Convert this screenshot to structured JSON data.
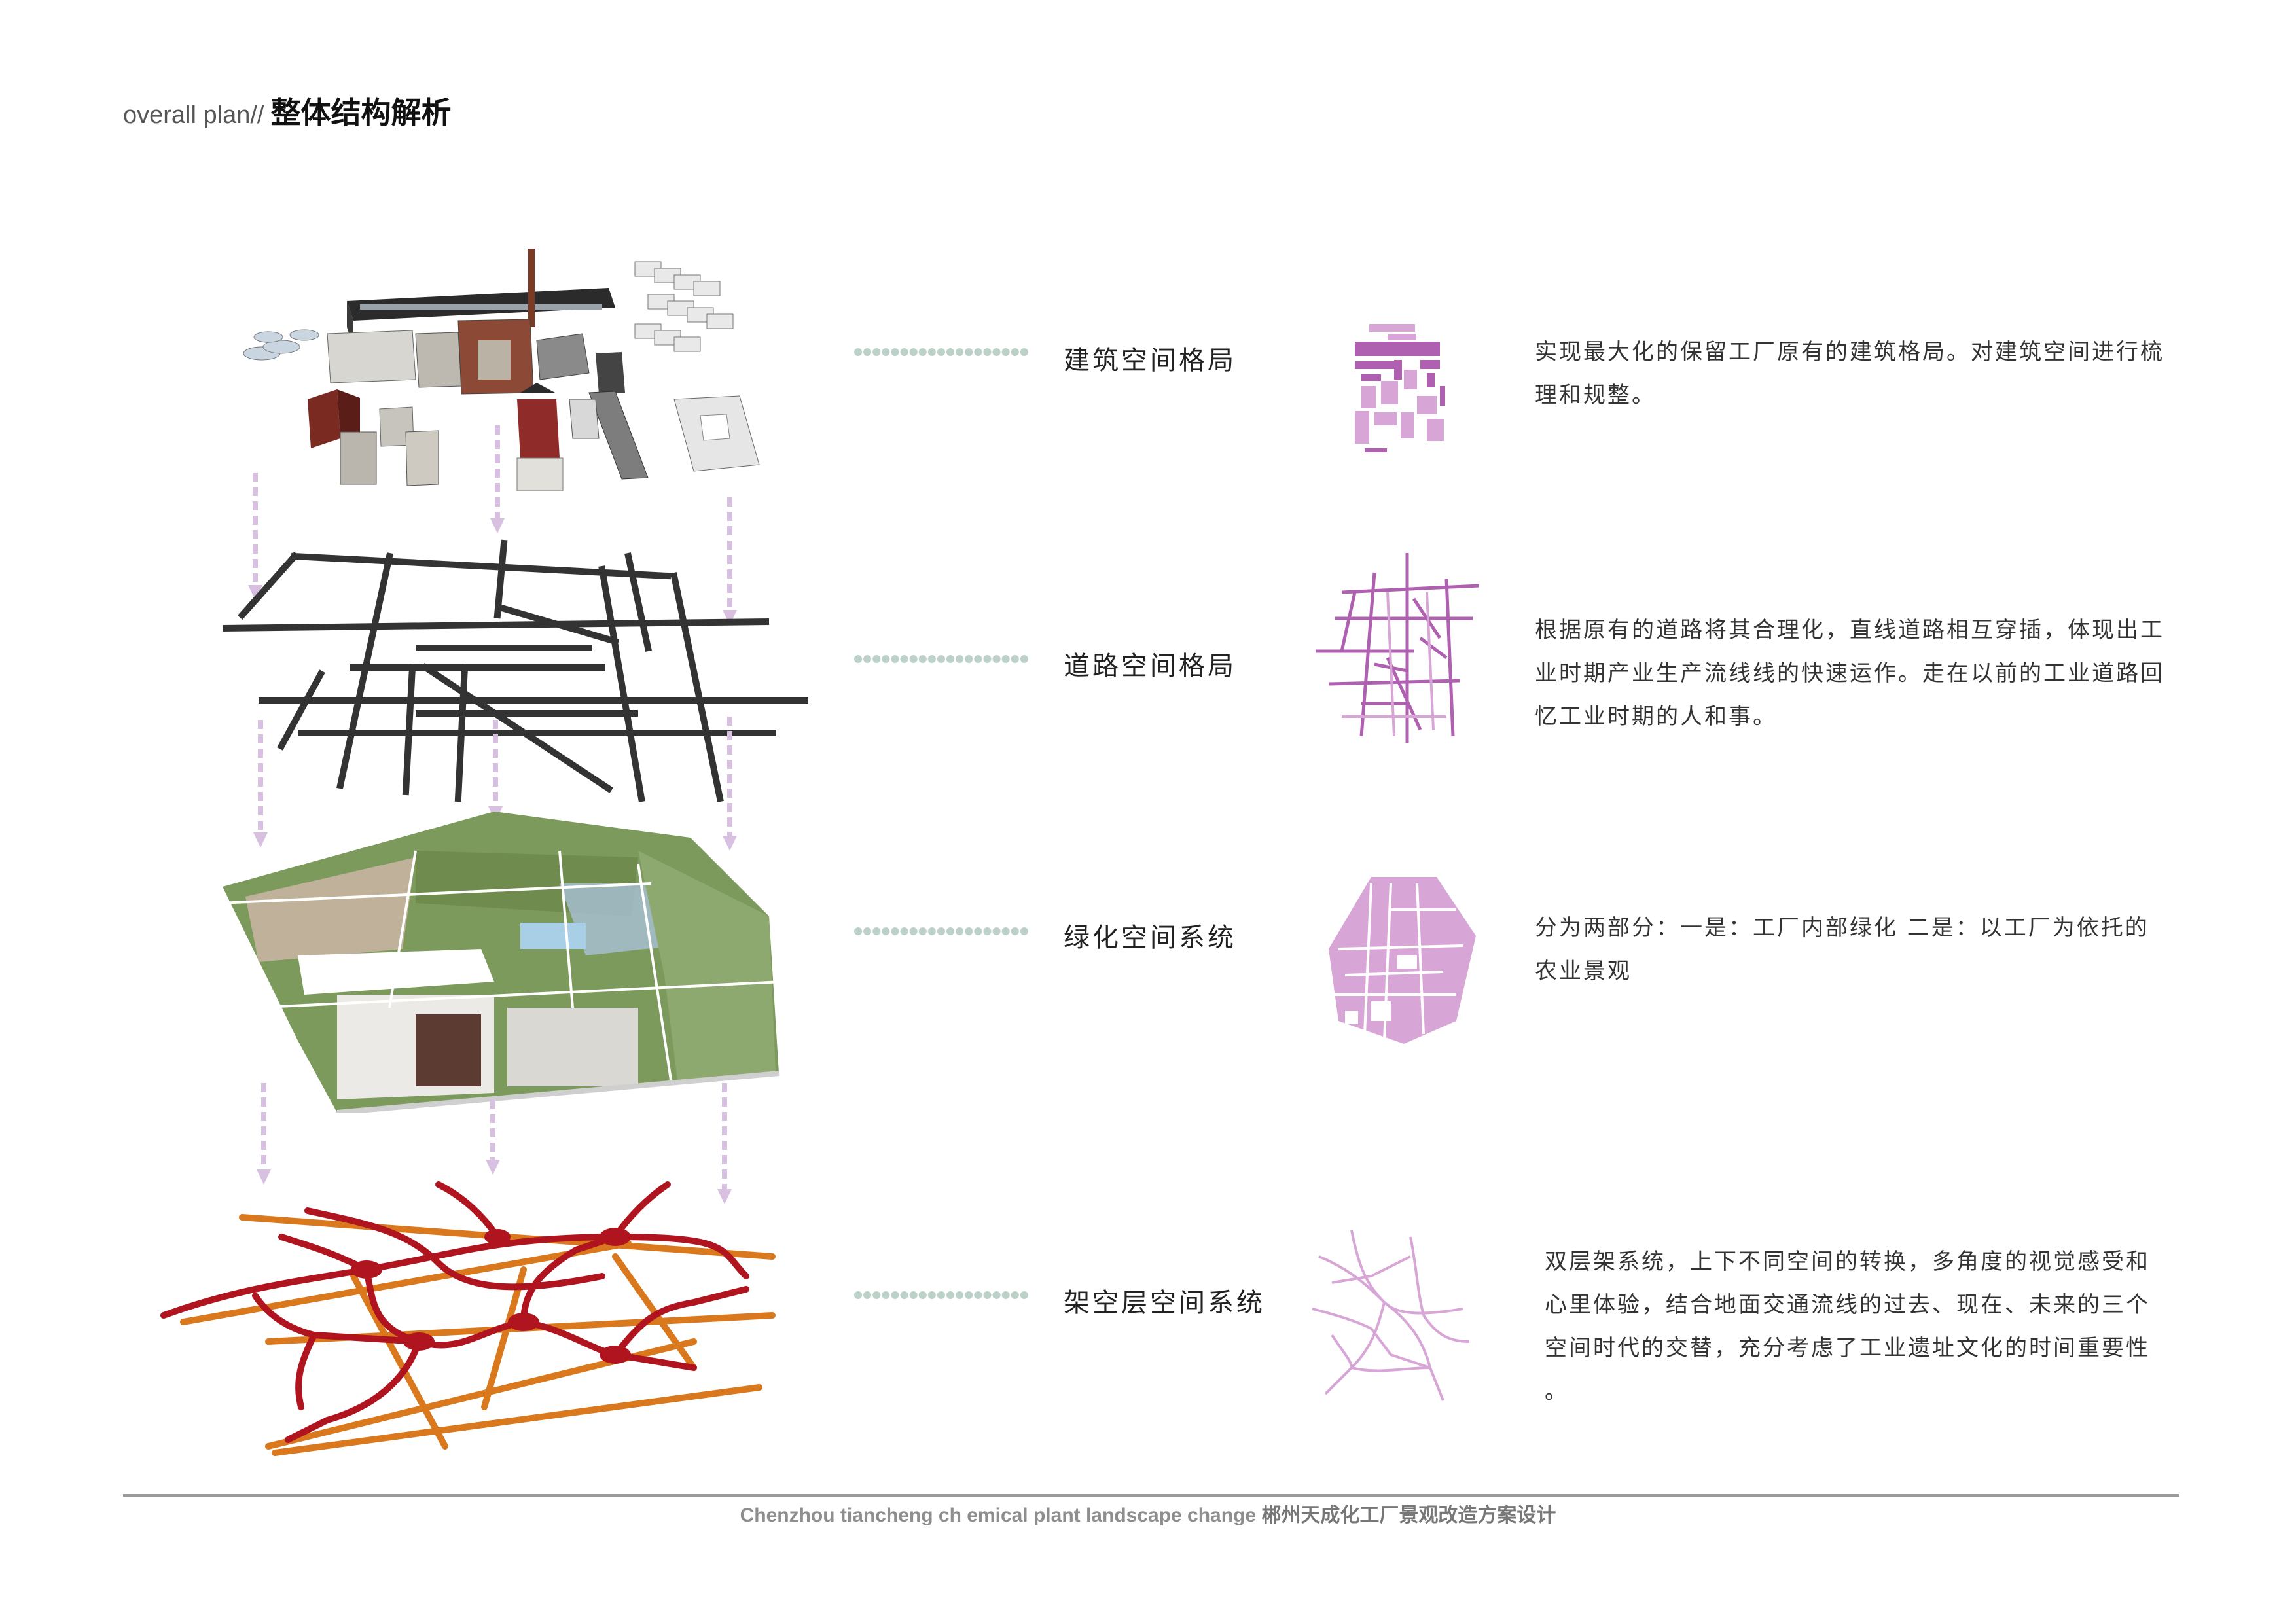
{
  "header": {
    "en": "overall plan//",
    "cn": "整体结构解析"
  },
  "layers": [
    {
      "label": "建筑空间格局",
      "description_lines": [
        "实现最大化的保留工厂原有的建筑格局。对建筑空间进行梳",
        "理和规整。"
      ]
    },
    {
      "label": "道路空间格局",
      "description_lines": [
        "根据原有的道路将其合理化，直线道路相互穿插，体现出工",
        "业时期产业生产流线线的快速运作。走在以前的工业道路回",
        "忆工业时期的人和事。"
      ]
    },
    {
      "label": "绿化空间系统",
      "description_lines": [
        "分为两部分：一是：工厂内部绿化 二是：以工厂为依托的",
        "农业景观"
      ]
    },
    {
      "label": "架空层空间系统",
      "description_lines": [
        "双层架系统，上下不同空间的转换，多角度的视觉感受和",
        "心里体验，结合地面交通流线的过去、现在、未来的三个",
        "空间时代的交替，充分考虑了工业遗址文化的时间重要性",
        "。"
      ]
    }
  ],
  "footer": {
    "en": "Chenzhou tiancheng ch emical plant landscape change",
    "cn": "郴州天成化工厂景观改造方案设计"
  },
  "colors": {
    "arrow": "#d7c0e0",
    "dots": "#bcd2c8",
    "icon": "#b060b0",
    "icon_light": "#d8a6d6",
    "road": "#333333",
    "green": "#7c9a5c",
    "red": "#b0141e",
    "orange": "#d9781c"
  }
}
